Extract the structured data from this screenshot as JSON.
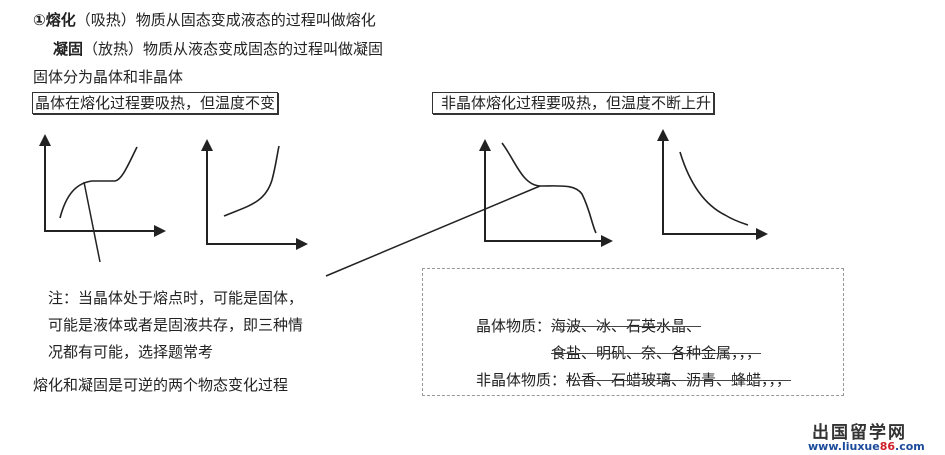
{
  "lines": {
    "melting_label": "①熔化",
    "melting_heat": "（吸热）物质从固态变成液态的过程叫做熔化",
    "solidify_label": "凝固",
    "solidify_heat": "（放热）物质从液态变成固态的过程叫做凝固",
    "classify": "固体分为晶体和非晶体"
  },
  "boxes": {
    "crystal": "晶体在熔化过程要吸热，但温度不变",
    "amorphous": "非晶体熔化过程要吸热，但温度不断上升"
  },
  "note": {
    "line1": "注：当晶体处于熔点时，可能是固体，",
    "line2": "可能是液体或者是固液共存，即三种情",
    "line3": "况都有可能，选择题常考"
  },
  "reversible": "熔化和凝固是可逆的两个物态变化过程",
  "examples": {
    "crystal_label": "晶体物质：",
    "crystal_items1": "海波、冰、石英水晶、",
    "crystal_items2": "食盐、明矾、奈、各种金属，，，",
    "amorphous_label": "非晶体物质：",
    "amorphous_items": "松香、石蜡玻璃、沥青、蜂蜡，，，"
  },
  "watermark": {
    "name": "出国留学网",
    "url_a": "www.liuxue",
    "url_b": "86",
    "url_c": ".com"
  }
}
